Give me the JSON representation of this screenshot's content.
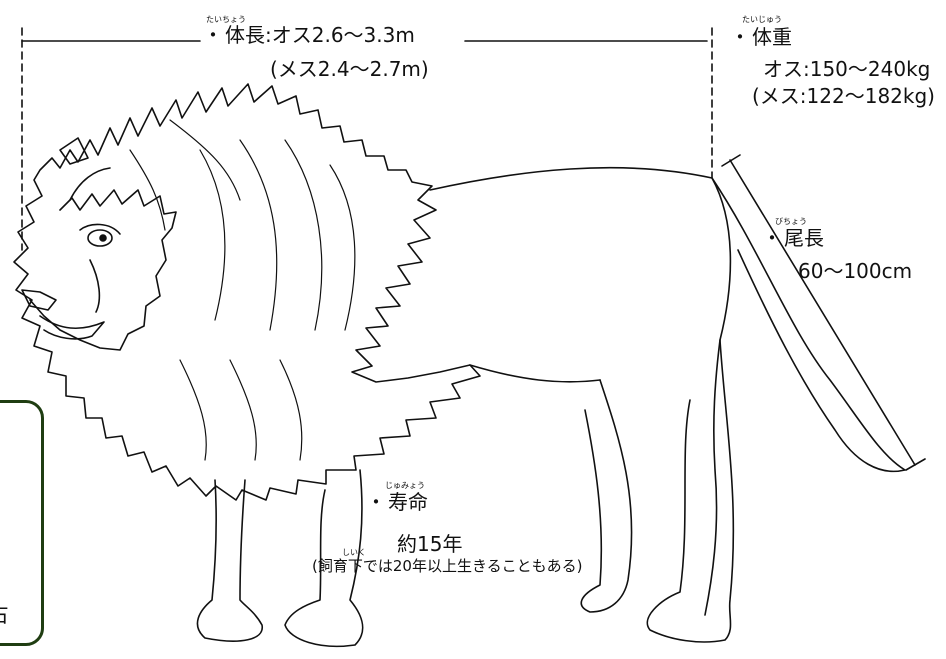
{
  "body_length": {
    "ruby": "たいちょう",
    "label": "体長",
    "value_male": ":オス2.6～3.3m",
    "value_female": "(メス2.4～2.7m)"
  },
  "weight": {
    "ruby": "たいじゅう",
    "label": "体重",
    "value_male": "オス:150～240kg",
    "value_female": "(メス:122～182kg)"
  },
  "tail": {
    "ruby": "びちょう",
    "label": "尾長",
    "value": "60～100cm"
  },
  "lifespan": {
    "ruby": "じゅみょう",
    "label": "寿命",
    "value": "約15年",
    "note_ruby": "しいく",
    "note": "(飼育下では20年以上生きることもある)"
  },
  "side_card_text": "占",
  "colors": {
    "line": "#111111",
    "card_border": "#1f3d12"
  }
}
